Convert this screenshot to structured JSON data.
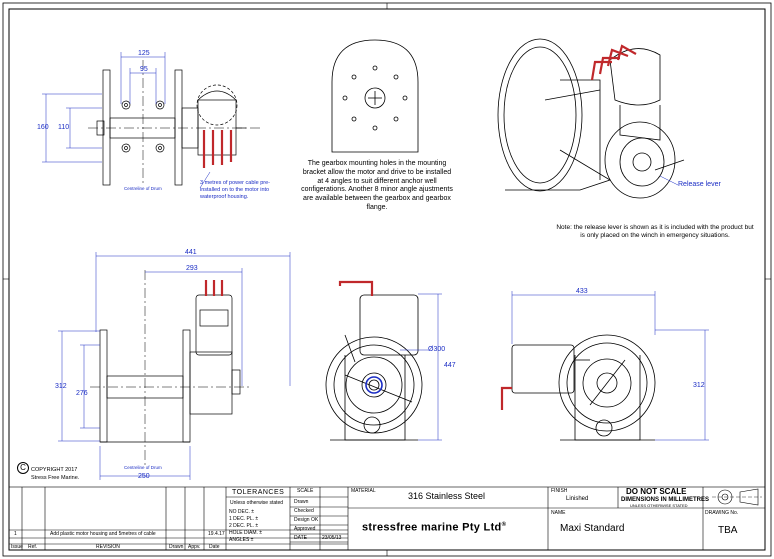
{
  "notes": {
    "gearbox": "The gearbox mounting holes in the mounting bracket allow the motor and drive to be installed at 4 angles to suit different anchor well configerations. Another 8 minor angle ajustments are available between the gearbox and gearbox flange.",
    "power_cable": "3 metres of power cable pre-installed on to the motor into waterproof housing.",
    "release_lever": "Release lever",
    "release_note": "Note: the release lever is shown as it is included with the product but is only placed on the winch in emergency situations.",
    "centreline_top": "Centreline of Drum",
    "centreline_front": "Centreline of Drum"
  },
  "dimensions": {
    "top_125": "125",
    "top_95": "95",
    "top_160": "160",
    "top_110": "110",
    "front_441": "441",
    "front_293": "293",
    "front_312": "312",
    "front_276": "276",
    "front_250": "250",
    "side_dia": "Ø300",
    "side_447": "447",
    "rear_433": "433",
    "rear_312": "312"
  },
  "copyright": {
    "symbol": "C",
    "line1": "COPYRIGHT 2017",
    "line2": "Stress Free Marine."
  },
  "title_block": {
    "tolerances": "TOLERANCES",
    "unless_stated": "Unless otherwise stated",
    "no_dec": "NO DEC. ±",
    "one_dec": "1 DEC. PL. ±",
    "two_dec": "2 DEC. PL. ±",
    "hole_dia": "HOLE DIAM. ±",
    "angles": "ANGLES ±",
    "scale": "SCALE",
    "drawn": "Drawn",
    "checked": "Checked",
    "design_ok": "Design OK",
    "approved": "Approved",
    "date_label": "DATE",
    "date_value": "23/05/13",
    "material_label": "MATERIAL",
    "material_value": "316 Stainless Steel",
    "finish_label": "FINISH",
    "finish_value": "Linished",
    "do_not_scale": "DO NOT SCALE",
    "dims_mm": "DIMENSIONS IN MILLIMETRES",
    "unless_otherwise": "UNLESS OTHERWISE STATED",
    "company": "stressfree marine Pty Ltd",
    "company_mark": "®",
    "name_label": "NAME",
    "name_value": "Maxi  Standard",
    "drawing_no_label": "DRAWING No.",
    "drawing_no_value": "TBA",
    "rev_issue": "1",
    "rev_desc": "Add plastic motor housing and 5metres of cable",
    "rev_date": "19.4.17",
    "hdr_issue": "Issue",
    "hdr_ref": "Ref.",
    "hdr_revision": "REVISION",
    "hdr_drawn": "Drawn",
    "hdr_appv": "Appv.",
    "hdr_date": "Date"
  },
  "colors": {
    "dimension": "#1a2cc4",
    "cable_red": "#c0282b",
    "line": "#000000"
  }
}
